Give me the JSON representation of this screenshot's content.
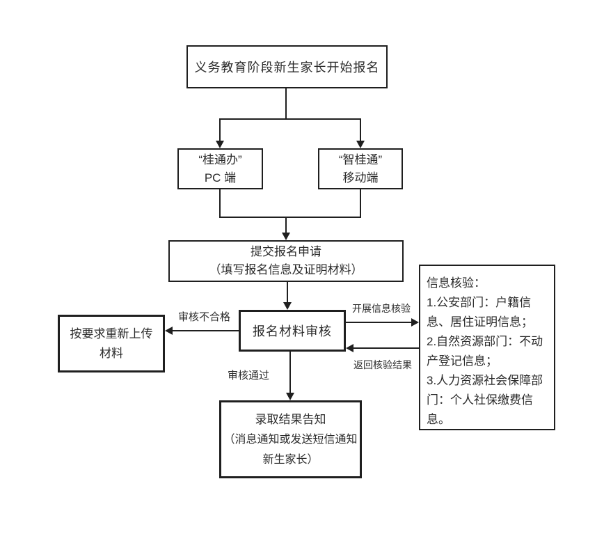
{
  "diagram": {
    "title_node": "义务教育阶段新生家长开始报名",
    "nodes": {
      "start": {
        "label": "义务教育阶段新生家长开始报名"
      },
      "pc": {
        "line1": "“桂通办”",
        "line2": "PC 端"
      },
      "mobile": {
        "line1": "“智桂通”",
        "line2": "移动端"
      },
      "submit": {
        "line1": "提交报名申请",
        "line2": "（填写报名信息及证明材料）"
      },
      "review": {
        "label": "报名材料审核"
      },
      "reupload": {
        "line1": "按要求重新上传",
        "line2": "材料"
      },
      "verify": {
        "title": "信息核验：",
        "item1": "1.公安部门：户籍信息、居住证明信息；",
        "item2": "2.自然资源部门：不动产登记信息；",
        "item3": "3.人力资源社会保障部门：个人社保缴费信息。"
      },
      "result": {
        "line1": "录取结果告知",
        "line2": "（消息通知或发送短信通知",
        "line3": "新生家长）"
      }
    },
    "edge_labels": {
      "fail": "审核不合格",
      "pass": "审核通过",
      "start_verify": "开展信息核验",
      "return_result": "返回核验结果"
    },
    "colors": {
      "line": "#1f1f1f",
      "text": "#2b2b2b",
      "background": "#ffffff"
    }
  }
}
